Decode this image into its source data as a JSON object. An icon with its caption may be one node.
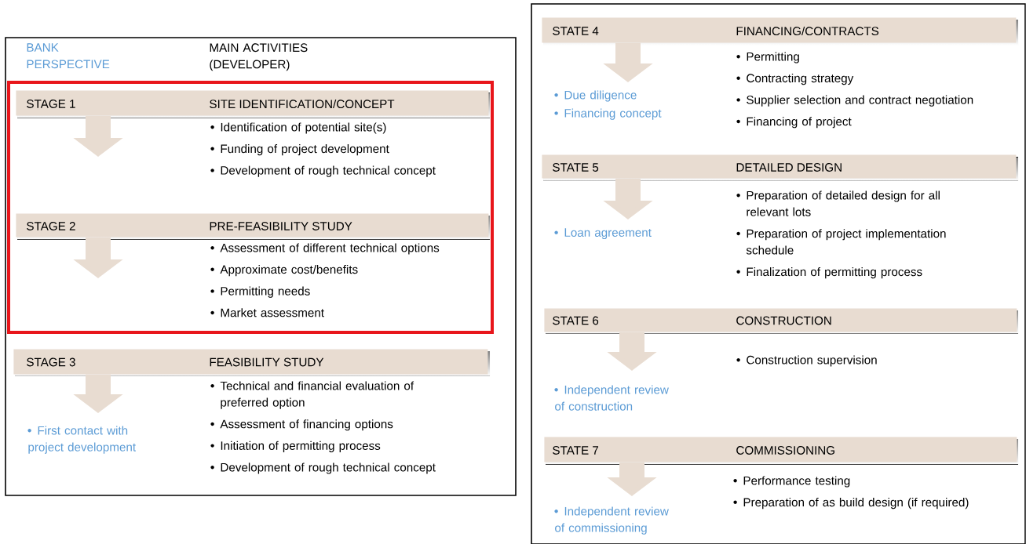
{
  "diagram": {
    "nodes": [
      {
        "text": [
          "STAGE 1",
          "SITE IDENTIFICATION/CONCEPT"
        ],
        "beside": [
          "Identification of potential site(s)",
          "Funding of project development",
          "Development of rough technical concept"
        ]
      },
      {
        "text": [
          "STAGE 2",
          "PRE-FEASIBILITY STUDY"
        ],
        "beside": [
          "Assessment of different technical options",
          "Approximate cost/benefits",
          "Permitting needs",
          "Market assessment"
        ]
      },
      {
        "text": [
          "STAGE 3",
          "FEASIBILITY STUDY"
        ],
        "beside": [
          "Technical and financial evaluation of preferred option",
          "Assessment of financing options",
          "Initiation of permitting process",
          "Development of rough technical concept"
        ]
      },
      {
        "text": [
          "First contact with project development"
        ]
      },
      {
        "text": [
          "STATE 4",
          "FINANCING/CONTRACTS"
        ],
        "beside": [
          "Permitting",
          "Contracting strategy",
          "Supplier selection and contract negotiation",
          "Financing of project"
        ]
      },
      {
        "text": [
          "Due diligence",
          "Financing concept"
        ]
      },
      {
        "text": [
          "STATE 5",
          "DETAILED DESIGN"
        ],
        "beside": [
          "Preparation of detailed design for all relevant lots",
          "Preparation of project implementation schedule",
          "Finalization of permitting process"
        ]
      },
      {
        "text": [
          "Loan agreement"
        ]
      },
      {
        "text": [
          "STATE 6",
          "CONSTRUCTION"
        ],
        "beside": [
          "Construction supervision"
        ]
      },
      {
        "text": [
          "Independent review of construction"
        ]
      },
      {
        "text": [
          "STATE 7",
          "COMMISSIONING"
        ],
        "beside": [
          "Performance testing",
          "Preparation of as build design (if required)"
        ]
      },
      {
        "text": [
          "Independent review of commissioning"
        ]
      }
    ],
    "edges": [
      {
        "from": 0,
        "to": null,
        "arrow": "to"
      },
      {
        "from": 1,
        "to": null,
        "arrow": "to"
      },
      {
        "from": 2,
        "to": 3,
        "arrow": "to"
      },
      {
        "from": 4,
        "to": 5,
        "arrow": "to"
      },
      {
        "from": 6,
        "to": 7,
        "arrow": "to"
      },
      {
        "from": 8,
        "to": 9,
        "arrow": "to"
      },
      {
        "from": 10,
        "to": 11,
        "arrow": "to"
      }
    ],
    "labels": [
      "BANK PERSPECTIVE",
      "MAIN ACTIVITIES (DEVELOPER)"
    ]
  }
}
